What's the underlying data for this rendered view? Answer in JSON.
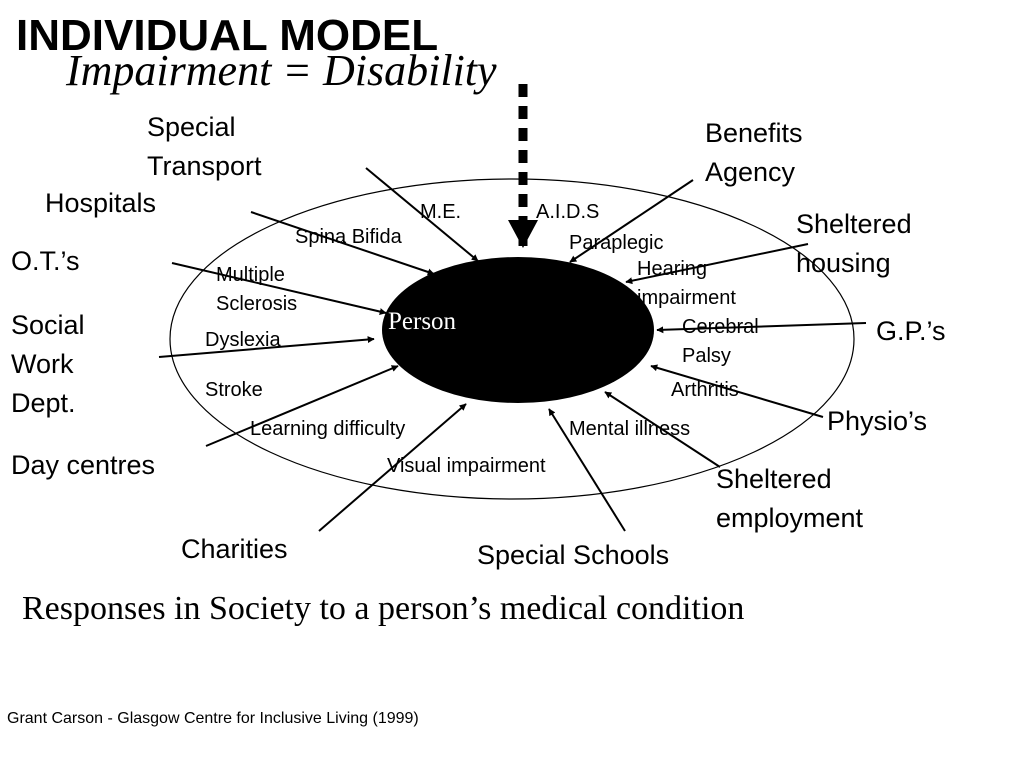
{
  "title": "INDIVIDUAL MODEL",
  "subtitle": "Impairment =  Disability",
  "center_label": "Person",
  "conditions": {
    "me": "M.E.",
    "aids": "A.I.D.S",
    "spina_bifida": "Spina Bifida",
    "paraplegic": "Paraplegic",
    "multiple_sclerosis": "Multiple\nSclerosis",
    "hearing_impairment": "Hearing\nimpairment",
    "dyslexia": "Dyslexia",
    "cerebral_palsy": "Cerebral\nPalsy",
    "stroke": "Stroke",
    "arthritis": "Arthritis",
    "learning_difficulty": "Learning difficulty",
    "mental_illness": "Mental illness",
    "visual_impairment": "Visual impairment"
  },
  "responses": {
    "special_transport": "Special\nTransport",
    "benefits_agency": "Benefits\nAgency",
    "hospitals": "Hospitals",
    "sheltered_housing": "Sheltered\nhousing",
    "ots": "O.T.’s",
    "social_work": "Social\nWork\nDept.",
    "gps": "G.P.’s",
    "physios": "Physio’s",
    "day_centres": "Day centres",
    "sheltered_employment": "Sheltered\nemployment",
    "charities": "Charities",
    "special_schools": "Special Schools"
  },
  "caption": "Responses in Society to a person’s medical condition",
  "credit": "Grant Carson  - Glasgow Centre for Inclusive Living (1999)"
}
